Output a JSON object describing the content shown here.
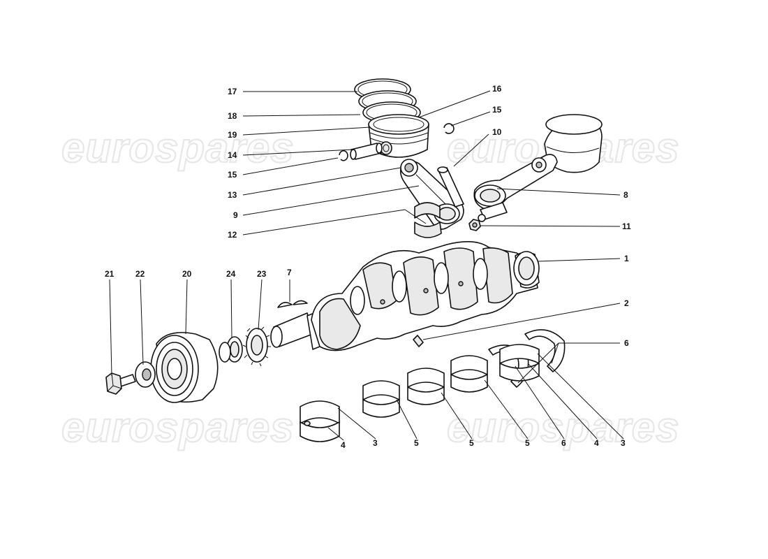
{
  "diagram": {
    "watermark": "eurospares",
    "callouts": [
      "1",
      "2",
      "3",
      "4",
      "5",
      "6",
      "7",
      "8",
      "9",
      "10",
      "11",
      "12",
      "13",
      "14",
      "15",
      "16",
      "17",
      "18",
      "19",
      "20",
      "21",
      "22",
      "23",
      "24"
    ]
  }
}
